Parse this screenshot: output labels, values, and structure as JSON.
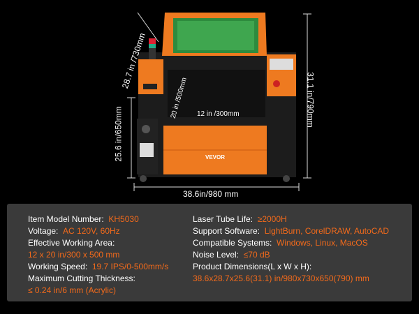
{
  "dimensions": {
    "lid_height": "28.7 in /730mm",
    "total_height": "31.1 in/790mm",
    "body_height": "25.6 in/650mm",
    "depth": "20 in /500mm",
    "width_inner": "12 in /300mm",
    "width_total": "38.6in/980 mm"
  },
  "brand": "VEVOR",
  "specs_left": [
    {
      "label": "Item Model Number:",
      "value": "KH5030",
      "inline": true
    },
    {
      "label": "Voltage:",
      "value": "AC 120V, 60Hz",
      "inline": true
    },
    {
      "label": "Effective Working Area:",
      "value": "12 x 20 in/300 x 500 mm",
      "inline": false
    },
    {
      "label": "Working Speed:",
      "value": "19.7 IPS/0-500mm/s",
      "inline": true
    },
    {
      "label": "Maximum Cutting Thickness:",
      "value": "≤ 0.24 in/6 mm (Acrylic)",
      "inline": false
    }
  ],
  "specs_right": [
    {
      "label": "Laser Tube Life:",
      "value": "≥2000H",
      "inline": true
    },
    {
      "label": "Support Software:",
      "value": "LightBurn, CorelDRAW, AutoCAD",
      "inline": true
    },
    {
      "label": "Compatible Systems:",
      "value": "Windows, Linux, MacOS",
      "inline": true
    },
    {
      "label": "Noise Level:",
      "value": "≤70 dB",
      "inline": true
    },
    {
      "label": "Product Dimensions(L x W x H):",
      "value": "38.6x28.7x25.6(31.1) in/980x730x650(790) mm",
      "inline": false
    }
  ],
  "colors": {
    "accent": "#f26a1b",
    "body": "#ee7a20",
    "panel": "#3a3a3a"
  }
}
